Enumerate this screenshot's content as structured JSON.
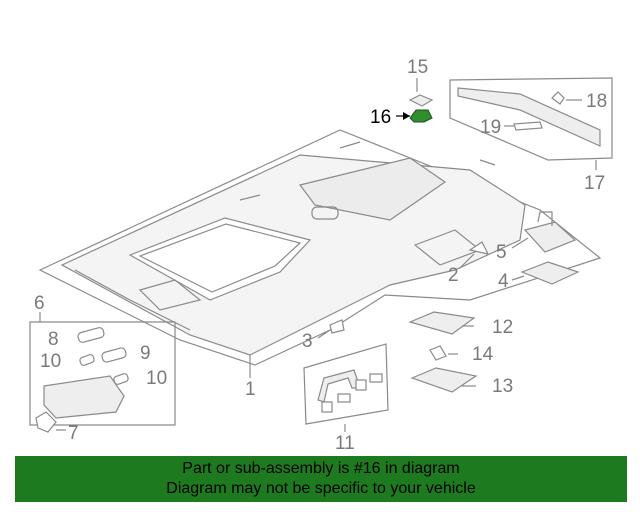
{
  "callouts": {
    "c1": "1",
    "c2": "2",
    "c3": "3",
    "c4": "4",
    "c5": "5",
    "c6": "6",
    "c7": "7",
    "c8": "8",
    "c9": "9",
    "c10a": "10",
    "c10b": "10",
    "c11": "11",
    "c12": "12",
    "c13": "13",
    "c14": "14",
    "c15": "15",
    "c16": "16",
    "c17": "17",
    "c18": "18",
    "c19": "19"
  },
  "banner": {
    "line1": "Part or sub-assembly is #16 in diagram",
    "line2": "Diagram may not be specific to your vehicle"
  },
  "colors": {
    "banner_bg": "#1e7a1e",
    "highlight_part": "#2f8f2f",
    "line": "#7a7a7a"
  }
}
